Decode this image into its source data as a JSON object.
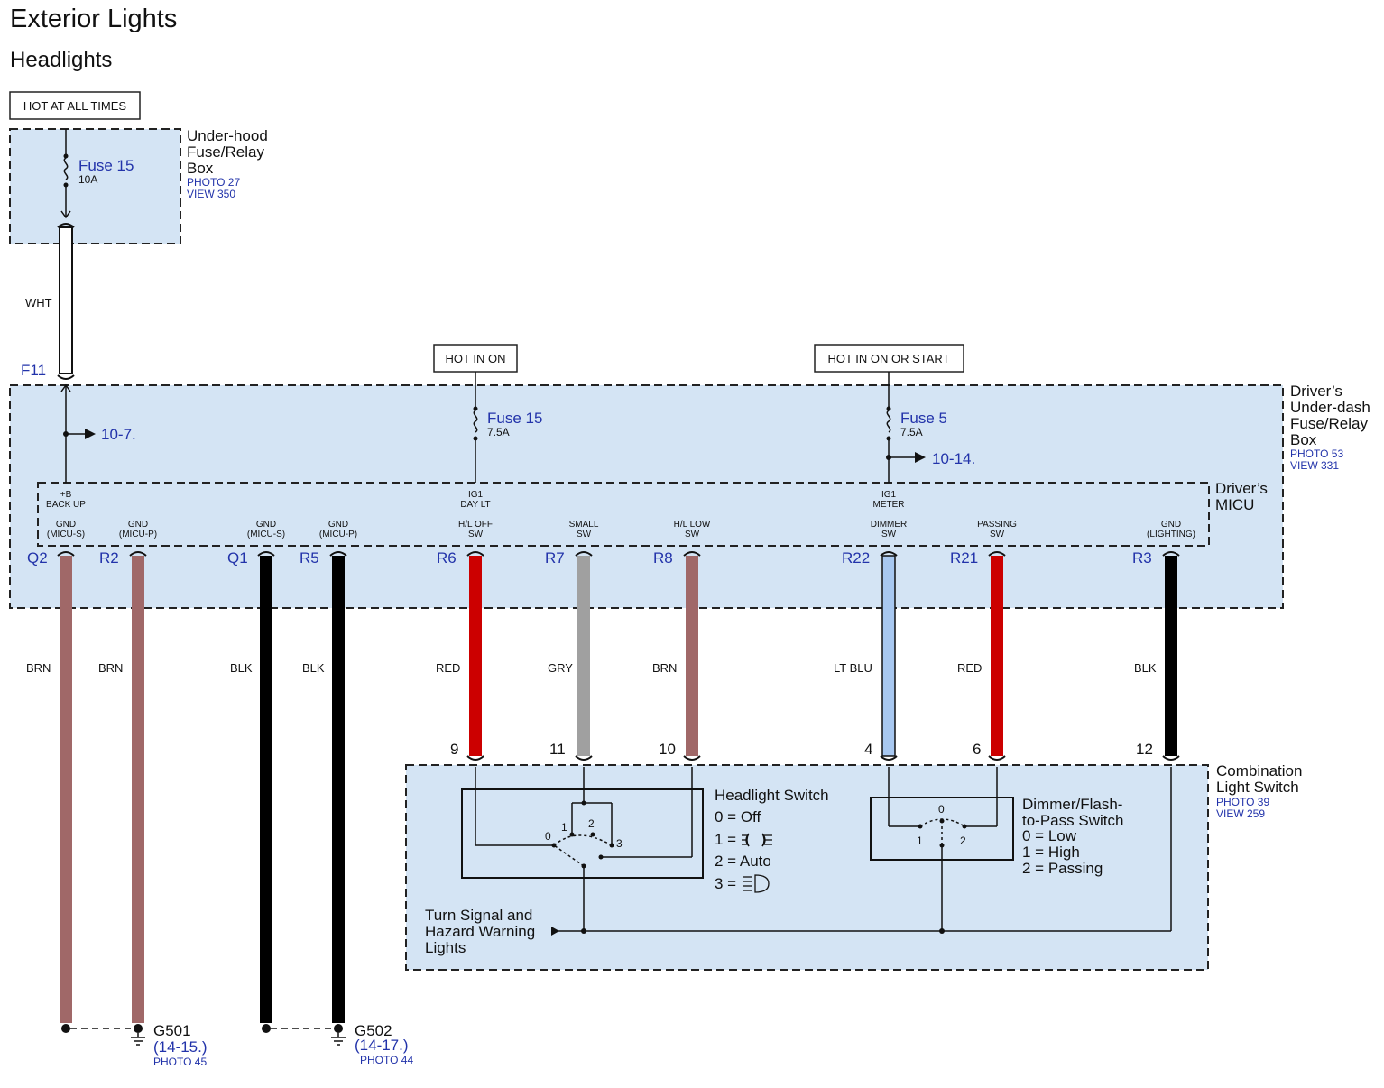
{
  "title": "Exterior Lights",
  "subtitle": "Headlights",
  "hot_labels": {
    "all_times": "HOT AT ALL TIMES",
    "on": "HOT IN ON",
    "on_or_start": "HOT IN ON OR START"
  },
  "underhood_box": {
    "name_lines": [
      "Under-hood",
      "Fuse/Relay",
      "Box"
    ],
    "photo": "PHOTO 27",
    "view": "VIEW 350",
    "fuse_name": "Fuse 15",
    "fuse_rating": "10A"
  },
  "wht_wire": {
    "color_code": "WHT",
    "pin": "F11"
  },
  "underdash_box": {
    "name_lines": [
      "Driver’s",
      "Under-dash",
      "Fuse/Relay",
      "Box"
    ],
    "photo": "PHOTO 53",
    "view": "VIEW 331",
    "fuse_a_name": "Fuse 15",
    "fuse_a_rating": "7.5A",
    "fuse_b_name": "Fuse 5",
    "fuse_b_rating": "7.5A",
    "ref_a": "10-7.",
    "ref_b": "10-14."
  },
  "micu": {
    "name_lines": [
      "Driver’s",
      "MICU"
    ],
    "inputs": [
      [
        "+B",
        "BACK UP"
      ],
      [
        "IG1",
        "DAY LT"
      ],
      [
        "IG1",
        "METER"
      ]
    ],
    "terminals": [
      {
        "pin": "Q2",
        "label": [
          "GND",
          "(MICU-S)"
        ],
        "wire": "BRN",
        "color": "#a06868"
      },
      {
        "pin": "R2",
        "label": [
          "GND",
          "(MICU-P)"
        ],
        "wire": "BRN",
        "color": "#a06868"
      },
      {
        "pin": "Q1",
        "label": [
          "GND",
          "(MICU-S)"
        ],
        "wire": "BLK",
        "color": "#000000"
      },
      {
        "pin": "R5",
        "label": [
          "GND",
          "(MICU-P)"
        ],
        "wire": "BLK",
        "color": "#000000"
      },
      {
        "pin": "R6",
        "label": [
          "H/L OFF",
          "SW"
        ],
        "wire": "RED",
        "color": "#cc0000",
        "switch_pin": "9"
      },
      {
        "pin": "R7",
        "label": [
          "SMALL",
          "SW"
        ],
        "wire": "GRY",
        "color": "#a0a0a0",
        "switch_pin": "11"
      },
      {
        "pin": "R8",
        "label": [
          "H/L LOW",
          "SW"
        ],
        "wire": "BRN",
        "color": "#a06868",
        "switch_pin": "10"
      },
      {
        "pin": "R22",
        "label": [
          "DIMMER",
          "SW"
        ],
        "wire": "LT BLU",
        "color": "#a8c8f0",
        "switch_pin": "4"
      },
      {
        "pin": "R21",
        "label": [
          "PASSING",
          "SW"
        ],
        "wire": "RED",
        "color": "#cc0000",
        "switch_pin": "6"
      },
      {
        "pin": "R3",
        "label": [
          "GND",
          "(LIGHTING)"
        ],
        "wire": "BLK",
        "color": "#000000",
        "switch_pin": "12"
      }
    ]
  },
  "combination_switch": {
    "name_lines": [
      "Combination",
      "Light Switch"
    ],
    "photo": "PHOTO 39",
    "view": "VIEW 259",
    "headlight_switch": {
      "title": "Headlight Switch",
      "positions": [
        "0 = Off",
        "1 =",
        "2 = Auto",
        "3 ="
      ],
      "contact_labels": [
        "0",
        "1",
        "2",
        "3"
      ]
    },
    "dimmer_switch": {
      "title_lines": [
        "Dimmer/Flash-",
        "to-Pass Switch"
      ],
      "positions": [
        "0 = Low",
        "1 = High",
        "2 = Passing"
      ],
      "contact_labels": [
        "0",
        "1",
        "2"
      ]
    },
    "turn_signal_lines": [
      "Turn Signal and",
      "Hazard Warning",
      "Lights"
    ]
  },
  "grounds": [
    {
      "name": "G501",
      "ref": "(14-15.)",
      "photo": "PHOTO 45"
    },
    {
      "name": "G502",
      "ref": "(14-17.)",
      "photo": "PHOTO 44"
    }
  ],
  "colors": {
    "panel_fill": "#d4e4f4",
    "border": "#222222",
    "reference_blue": "#2233aa"
  }
}
